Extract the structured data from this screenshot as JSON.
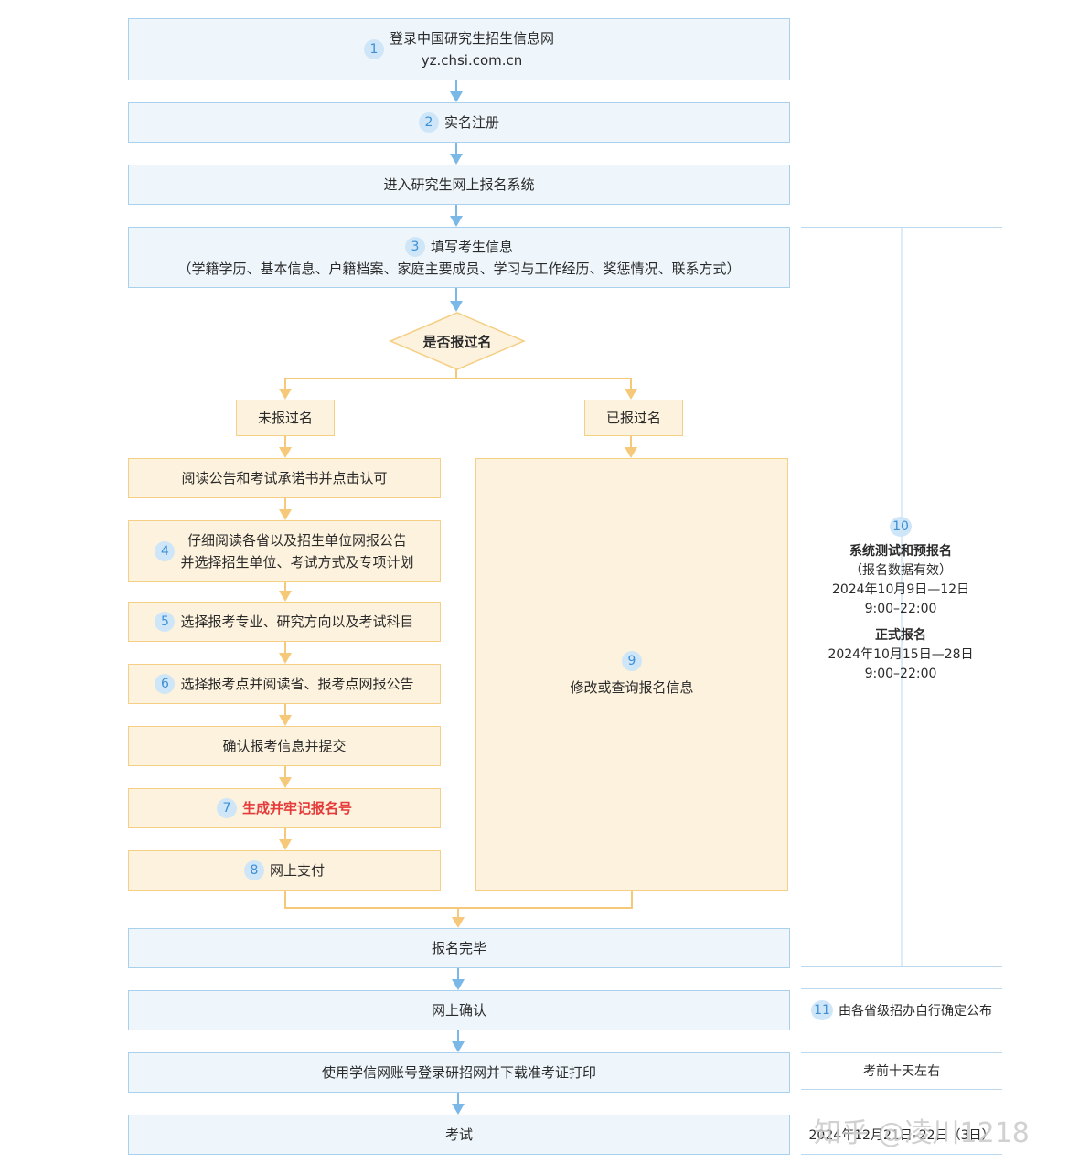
{
  "steps": {
    "s1": {
      "num": "1",
      "line1": "登录中国研究生招生信息网",
      "line2": "yz.chsi.com.cn"
    },
    "s2": {
      "num": "2",
      "label": "实名注册"
    },
    "enter": {
      "label": "进入研究生网上报名系统"
    },
    "s3": {
      "num": "3",
      "line1": "填写考生信息",
      "line2": "（学籍学历、基本信息、户籍档案、家庭主要成员、学习与工作经历、奖惩情况、联系方式）"
    },
    "decision": {
      "label": "是否报过名"
    },
    "not_registered": {
      "label": "未报过名"
    },
    "registered": {
      "label": "已报过名"
    },
    "read_notice": {
      "label": "阅读公告和考试承诺书并点击认可"
    },
    "s4": {
      "num": "4",
      "line1": "仔细阅读各省以及招生单位网报公告",
      "line2": "并选择招生单位、考试方式及专项计划"
    },
    "s5": {
      "num": "5",
      "label": "选择报考专业、研究方向以及考试科目"
    },
    "s6": {
      "num": "6",
      "label": "选择报考点并阅读省、报考点网报公告"
    },
    "confirm": {
      "label": "确认报考信息并提交"
    },
    "s7": {
      "num": "7",
      "label": "生成并牢记报名号"
    },
    "s8": {
      "num": "8",
      "label": "网上支付"
    },
    "s9": {
      "num": "9",
      "label": "修改或查询报名信息"
    },
    "done": {
      "label": "报名完毕"
    },
    "online_confirm": {
      "label": "网上确认"
    },
    "admit_ticket": {
      "label": "使用学信网账号登录研招网并下载准考证打印"
    },
    "exam": {
      "label": "考试"
    }
  },
  "side": {
    "s10": {
      "num": "10",
      "title1": "系统测试和预报名",
      "note1": "（报名数据有效）",
      "date1": "2024年10月9日—12日",
      "time1": "9:00–22:00",
      "title2": "正式报名",
      "date2": "2024年10月15日—28日",
      "time2": "9:00–22:00"
    },
    "s11": {
      "num": "11",
      "label": "由各省级招办自行确定公布"
    },
    "ticket_time": {
      "label": "考前十天左右"
    },
    "exam_date": {
      "label": "2024年12月21日–22日（3日）"
    }
  },
  "watermark": "知乎 @凌川1218",
  "colors": {
    "blue_line": "#7ab8e8",
    "orange_line": "#f6c97a",
    "side_line": "#bcd9ef"
  }
}
